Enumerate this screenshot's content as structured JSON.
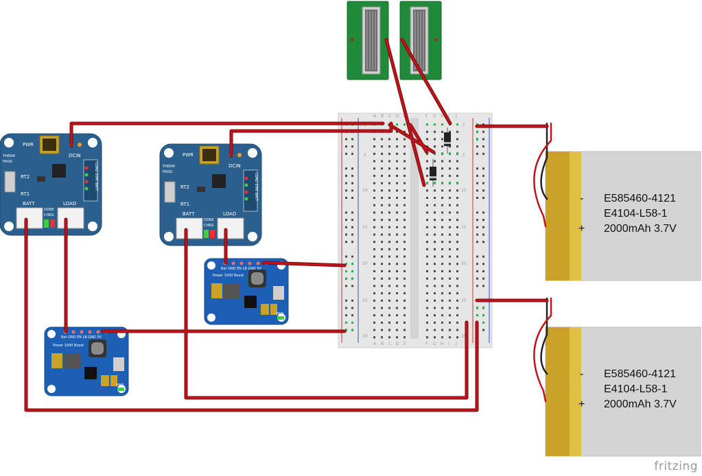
{
  "branding": {
    "logo": "fritzing"
  },
  "charger": {
    "labels": {
      "pwr": "PWR",
      "therm": "THERM",
      "prog": "PROG",
      "rt2": "RT2",
      "rt1": "RT1",
      "dcin": "DCIN",
      "batt": "BATT",
      "load": "LOAD",
      "done": "DONE",
      "chrg": "CHRG",
      "side": "LOAD STAT BATT"
    }
  },
  "boost": {
    "pins": "Bat GND EN LB GND 5V",
    "title": "Power 1000 Boost",
    "pwr": "PWR"
  },
  "breadboard": {
    "columns_left": [
      "A",
      "B",
      "C",
      "D",
      "E"
    ],
    "columns_right": [
      "F",
      "G",
      "H",
      "I",
      "J"
    ],
    "row_numbers": [
      "1",
      "5",
      "10",
      "15",
      "20",
      "25",
      "30"
    ]
  },
  "batteries": [
    {
      "line1": "E585460-4121",
      "line2": "E4104-L58-1",
      "line3": "2000mAh 3.7V",
      "minus": "-",
      "plus": "+"
    },
    {
      "line1": "E585460-4121",
      "line2": "E4104-L58-1",
      "line3": "2000mAh 3.7V",
      "minus": "-",
      "plus": "+"
    }
  ],
  "colors": {
    "wire": "#c0141a",
    "board_blue": "#2a5f8e",
    "boost_blue": "#1c5fb4",
    "battery_gold": "#c9a227",
    "battery_grey": "#d4d4d4",
    "solar_green": "#1f8a3a",
    "breadboard": "#e6e6e6"
  }
}
